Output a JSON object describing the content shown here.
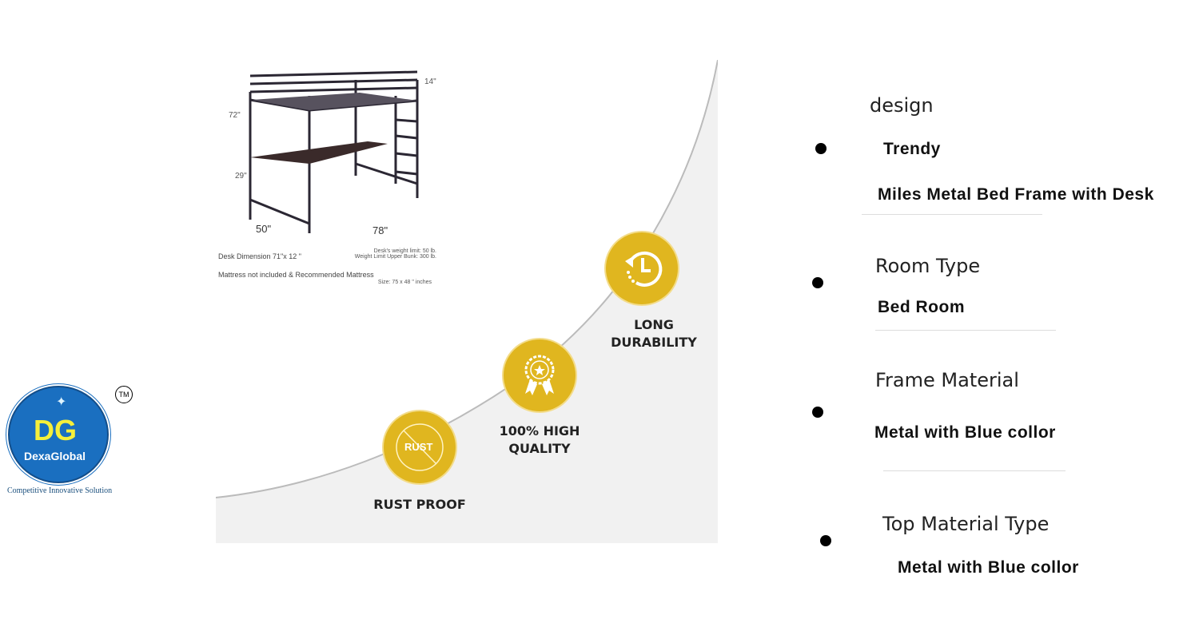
{
  "diagram": {
    "height_total": "72\"",
    "rail_height": "14\"",
    "desk_height": "29\"",
    "width": "50\"",
    "length": "78\"",
    "desk_dimension": "Desk Dimension 71\"x 12 \"",
    "desk_weight": "Desk's weight limit: 50 lb.",
    "bunk_weight": "Weight Limit Upper Bunk: 300 lb.",
    "mattress_note": "Mattress not included & Recommended Mattress",
    "mattress_size": "Size: 75 x 48 \" inches"
  },
  "badges": [
    {
      "icon": "rust-prohibited-icon",
      "icon_text": "RUST",
      "label": [
        "RUST PROOF"
      ]
    },
    {
      "icon": "award-ribbon-icon",
      "label": [
        "100% HIGH",
        "QUALITY"
      ]
    },
    {
      "icon": "clock-history-icon",
      "label": [
        "LONG",
        "DURABILITY"
      ]
    }
  ],
  "brand": {
    "initials": "DG",
    "name": "DexaGlobal",
    "tm": "TM",
    "tagline": "Competitive Innovative Solution",
    "color": "#1a6fc0",
    "initials_color": "#f5ef3a"
  },
  "specs": {
    "design_heading": "design",
    "design_value": "Trendy",
    "product_name": "Miles Metal Bed Frame with Desk",
    "room_heading": "Room Type",
    "room_value": "Bed Room",
    "frame_heading": "Frame Material",
    "frame_value": "Metal with Blue collor",
    "top_heading": "Top Material Type",
    "top_value": "Metal with Blue collor"
  },
  "accent": "#e0b61f"
}
